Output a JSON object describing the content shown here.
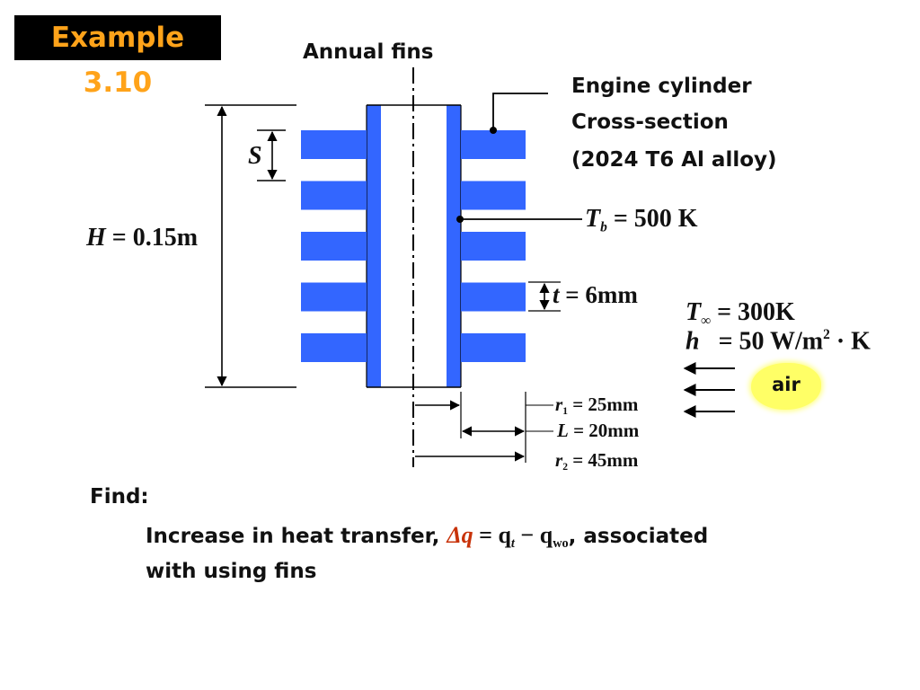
{
  "title": "Example 3.10",
  "labels": {
    "fins": "Annual fins",
    "cylinder_line1": "Engine cylinder",
    "cylinder_line2": "Cross-section",
    "cylinder_line3": "(2024 T6 Al alloy)",
    "air": "air"
  },
  "dimensions": {
    "S": "S",
    "H_sym": "H",
    "H_val": "= 0.15m",
    "Tb_sym": "T",
    "Tb_sub": "b",
    "Tb_val": "= 500 K",
    "t_sym": "t",
    "t_val": "= 6mm",
    "r1_sym": "r",
    "r1_sub": "1",
    "r1_val": "= 25mm",
    "L_sym": "L",
    "L_val": "= 20mm",
    "r2_sym": "r",
    "r2_sub": "2",
    "r2_val": "= 45mm"
  },
  "ambient": {
    "Tinf_sym": "T",
    "Tinf_sub": "∞",
    "Tinf_val": "= 300K",
    "h_sym": "h",
    "h_val": "= 50 W/m",
    "h_sup": "2",
    "h_unit": "· K"
  },
  "find": {
    "label": "Find:",
    "text_before": "Increase in heat transfer,",
    "delta_q": "Δq",
    "equation": "= q",
    "q_t_sub": "t",
    "minus": "− q",
    "q_wo_sub": "wo",
    "text_after": ", associated",
    "line2": "with using fins"
  },
  "colors": {
    "fin_blue": "#3366ff",
    "title_bg": "#000000",
    "title_text": "#ffa31a",
    "air_highlight": "#ffff66",
    "delta_color": "#c8330a"
  },
  "fin_count": 5
}
